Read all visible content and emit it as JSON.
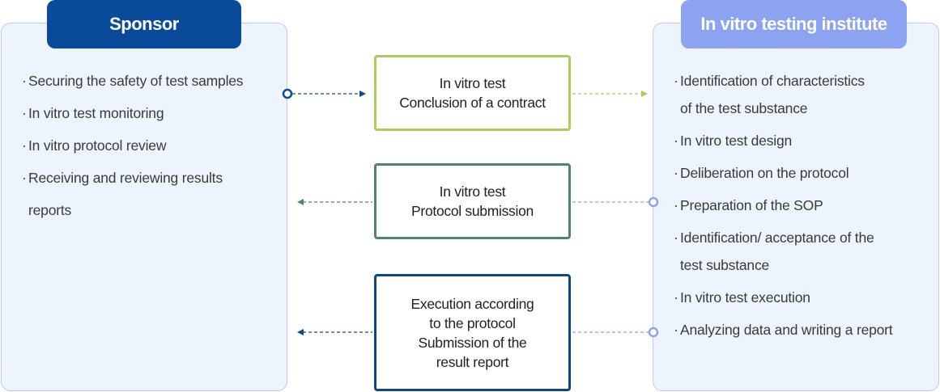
{
  "sponsor": {
    "title": "Sponsor",
    "items": [
      "Securing the safety of test samples",
      "In vitro test monitoring",
      "In vitro protocol review",
      "Receiving and reviewing results",
      "reports"
    ]
  },
  "institute": {
    "title": "In vitro testing institute",
    "items": [
      "Identification of characteristics",
      "of the test substance",
      "In vitro test design",
      "Deliberation on the protocol",
      "Preparation of the SOP",
      "Identification/ acceptance of the",
      "test substance",
      "In vitro test execution",
      "Analyzing data and writing a report"
    ]
  },
  "bullet": "·",
  "steps": {
    "contract": [
      "In vitro test",
      "Conclusion of a contract"
    ],
    "protocol": [
      "In vitro test",
      "Protocol submission"
    ],
    "execution": [
      "Execution according",
      "to the protocol",
      "Submission of the",
      "result report"
    ]
  },
  "colors": {
    "sponsor_header": "#0a4a9b",
    "institute_header": "#8ca3f2",
    "contract_border": "#a8cf5a",
    "protocol_border": "#4b866d",
    "execution_border": "#0f4880"
  }
}
